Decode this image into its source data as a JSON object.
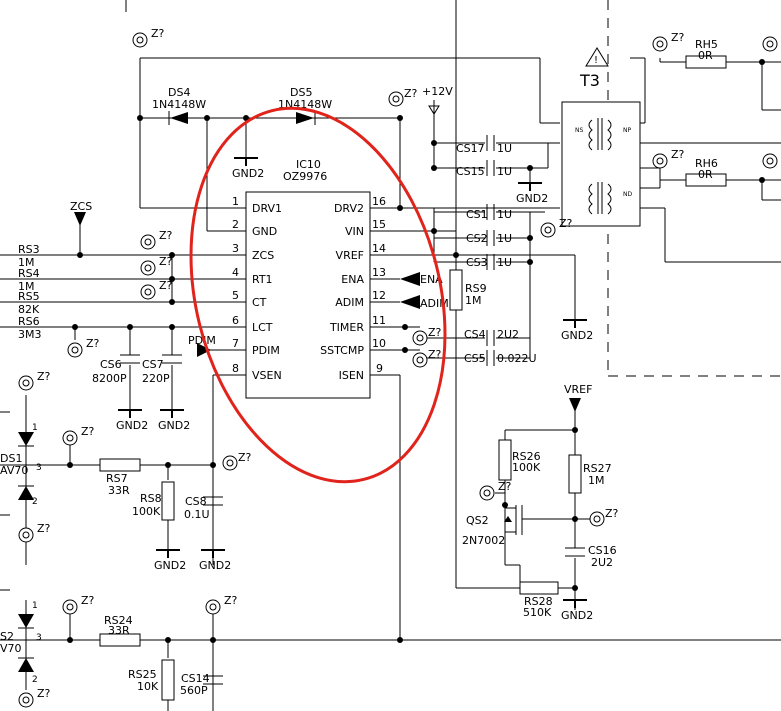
{
  "ic": {
    "ref": "IC10",
    "part": "OZ9976",
    "left_pins": [
      {
        "num": "1",
        "name": "DRV1"
      },
      {
        "num": "2",
        "name": "GND"
      },
      {
        "num": "3",
        "name": "ZCS"
      },
      {
        "num": "4",
        "name": "RT1"
      },
      {
        "num": "5",
        "name": "CT"
      },
      {
        "num": "6",
        "name": "LCT"
      },
      {
        "num": "7",
        "name": "PDIM"
      },
      {
        "num": "8",
        "name": "VSEN"
      }
    ],
    "right_pins": [
      {
        "num": "16",
        "name": "DRV2"
      },
      {
        "num": "15",
        "name": "VIN"
      },
      {
        "num": "14",
        "name": "VREF"
      },
      {
        "num": "13",
        "name": "ENA"
      },
      {
        "num": "12",
        "name": "ADIM"
      },
      {
        "num": "11",
        "name": "TIMER"
      },
      {
        "num": "10",
        "name": "SSTCMP"
      },
      {
        "num": "9",
        "name": "ISEN"
      }
    ]
  },
  "labels": {
    "zq": "Z?",
    "gnd2": "GND2",
    "plus12v": "+12V",
    "vref": "VREF",
    "zcs": "ZCS",
    "pdim": "PDIM",
    "ena": "ENA",
    "adim": "ADIM",
    "t3": "T3",
    "ns": "NS",
    "np": "NP",
    "nd": "ND"
  },
  "parts": {
    "ds4": {
      "ref": "DS4",
      "val": "1N4148W"
    },
    "ds5": {
      "ref": "DS5",
      "val": "1N4148W"
    },
    "rs3": {
      "ref": "RS3",
      "val": "1M"
    },
    "rs4": {
      "ref": "RS4",
      "val": "1M"
    },
    "rs5": {
      "ref": "RS5",
      "val": "82K"
    },
    "rs6": {
      "ref": "RS6",
      "val": "3M3"
    },
    "cs6": {
      "ref": "CS6",
      "val": "8200P"
    },
    "cs7": {
      "ref": "CS7",
      "val": "220P"
    },
    "cs17": {
      "ref": "CS17",
      "val": "1U"
    },
    "cs15": {
      "ref": "CS15",
      "val": "1U"
    },
    "cs1": {
      "ref": "CS1",
      "val": "1U"
    },
    "cs2": {
      "ref": "CS2",
      "val": "1U"
    },
    "cs3": {
      "ref": "CS3",
      "val": "1U"
    },
    "cs4": {
      "ref": "CS4",
      "val": "2U2"
    },
    "cs5": {
      "ref": "CS5",
      "val": "0.022U"
    },
    "rs9": {
      "ref": "RS9",
      "val": "1M"
    },
    "rh5": {
      "ref": "RH5",
      "val": "0R"
    },
    "rh6": {
      "ref": "RH6",
      "val": "0R"
    },
    "rs7": {
      "ref": "RS7",
      "val": "33R"
    },
    "rs8": {
      "ref": "RS8",
      "val": "100K"
    },
    "cs8": {
      "ref": "CS8",
      "val": "0.1U"
    },
    "rs24": {
      "ref": "RS24",
      "val": "33R"
    },
    "rs25": {
      "ref": "RS25",
      "val": "10K"
    },
    "cs14": {
      "ref": "CS14",
      "val": "560P"
    },
    "rs26": {
      "ref": "RS26",
      "val": "100K"
    },
    "rs27": {
      "ref": "RS27",
      "val": "1M"
    },
    "qs2": {
      "ref": "QS2",
      "val": "2N7002"
    },
    "cs16": {
      "ref": "CS16",
      "val": "2U2"
    },
    "rs28": {
      "ref": "RS28",
      "val": "510K"
    },
    "ds1": {
      "ref": "DS1",
      "val": "AV70"
    },
    "ds2": {
      "ref": "S2",
      "val": "V70"
    }
  },
  "colors": {
    "wire": "#000000",
    "highlight": "#e0241b"
  }
}
